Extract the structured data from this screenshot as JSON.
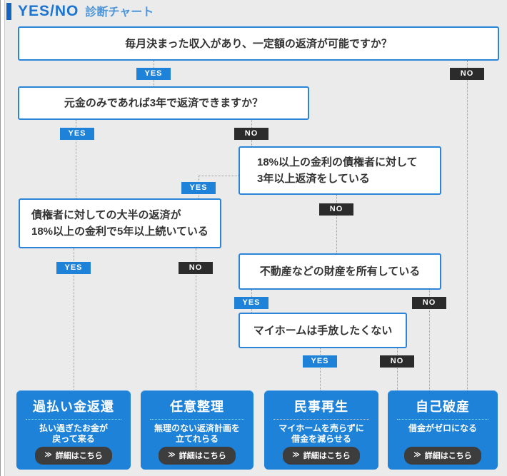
{
  "header": {
    "title_en": "YES/NO",
    "title_ja": "診断チャート"
  },
  "strings": {
    "yes": "YES",
    "no": "NO",
    "details_chevron": "≫"
  },
  "colors": {
    "accent_blue": "#1d82d8",
    "border_blue": "#2b84d6",
    "header_blue": "#1b74d0",
    "header_light_blue": "#4e96d8",
    "no_black": "#2b2b2b",
    "button_dark": "#3d3d3d",
    "page_background": "#ebebec"
  },
  "questions": [
    {
      "id": "q1",
      "lines": [
        "毎月決まった収入があり、一定額の返済が可能ですか？"
      ]
    },
    {
      "id": "q2",
      "lines": [
        "元金のみであれば3年で返済できますか？"
      ]
    },
    {
      "id": "q3",
      "lines": [
        "18%以上の金利の債権者に対して",
        "3年以上返済をしている"
      ]
    },
    {
      "id": "q4",
      "lines": [
        "債権者に対しての大半の返済が",
        "18%以上の金利で5年以上続いている"
      ]
    },
    {
      "id": "q5",
      "lines": [
        "不動産などの財産を所有している"
      ]
    },
    {
      "id": "q6",
      "lines": [
        "マイホームは手放したくない"
      ]
    }
  ],
  "results": [
    {
      "title": "過払い金返還",
      "desc_lines": [
        "払い過ぎたお金が",
        "戻って来る"
      ],
      "button": "詳細はこちら"
    },
    {
      "title": "任意整理",
      "desc_lines": [
        "無理のない返済計画を",
        "立てれらる"
      ],
      "button": "詳細はこちら"
    },
    {
      "title": "民事再生",
      "desc_lines": [
        "マイホームを売らずに",
        "借金を減らせる"
      ],
      "button": "詳細はこちら"
    },
    {
      "title": "自己破産",
      "desc_lines": [
        "借金がゼロになる"
      ],
      "button": "詳細はこちら"
    }
  ]
}
